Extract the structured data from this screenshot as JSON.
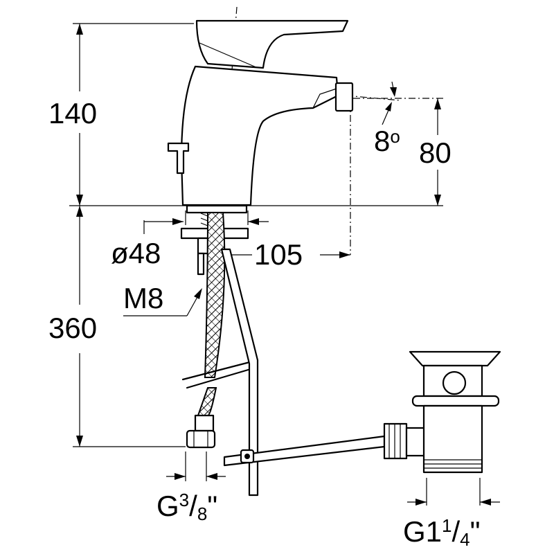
{
  "dimensions": {
    "overall_height_upper": "140",
    "spout_height": "80",
    "spout_angle_value": "8",
    "spout_angle_unit": "o",
    "base_diameter": "ø48",
    "spout_reach": "105",
    "threaded_rod": "M8",
    "lower_length": "360"
  },
  "hose_connection": {
    "prefix": "G",
    "num": "3",
    "den": "8",
    "suffix": "\""
  },
  "waste_connection": {
    "prefix": "G",
    "whole": "1",
    "num": "1",
    "den": "4",
    "suffix": "\""
  },
  "colors": {
    "line": "#000000",
    "background": "#ffffff"
  }
}
